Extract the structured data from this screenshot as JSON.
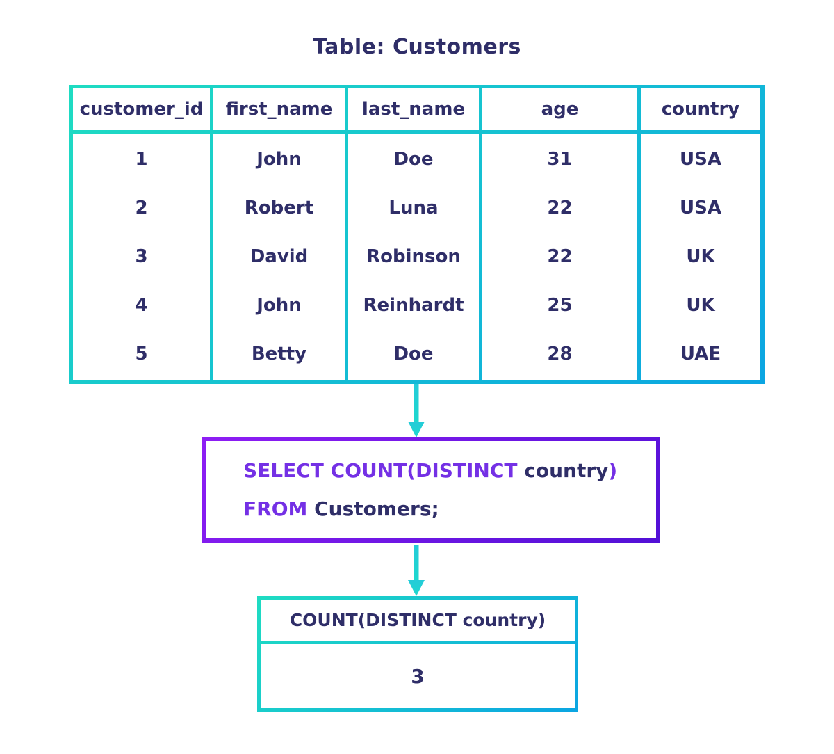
{
  "title": "Table: Customers",
  "colors": {
    "text_navy": "#2F2E68",
    "sql_keyword_purple": "#7430E5",
    "table_border_gradient_start": "#1FDCC2",
    "table_border_gradient_end": "#0BA5E2",
    "query_border_gradient_start": "#8E1EF4",
    "query_border_gradient_end": "#5210D6",
    "arrow_cyan_start": "#24CBD9",
    "arrow_cyan_end": "#1DD8CD"
  },
  "customers_table": {
    "headers": [
      "customer_id",
      "first_name",
      "last_name",
      "age",
      "country"
    ],
    "rows": [
      [
        "1",
        "John",
        "Doe",
        "31",
        "USA"
      ],
      [
        "2",
        "Robert",
        "Luna",
        "22",
        "USA"
      ],
      [
        "3",
        "David",
        "Robinson",
        "22",
        "UK"
      ],
      [
        "4",
        "John",
        "Reinhardt",
        "25",
        "UK"
      ],
      [
        "5",
        "Betty",
        "Doe",
        "28",
        "UAE"
      ]
    ]
  },
  "sql_query": {
    "keyword1": "SELECT COUNT(DISTINCT",
    "argument1": "country",
    "close_paren": ")",
    "keyword2": "FROM",
    "argument2": "Customers;"
  },
  "result_table": {
    "header": "COUNT(DISTINCT country)",
    "value": "3"
  }
}
